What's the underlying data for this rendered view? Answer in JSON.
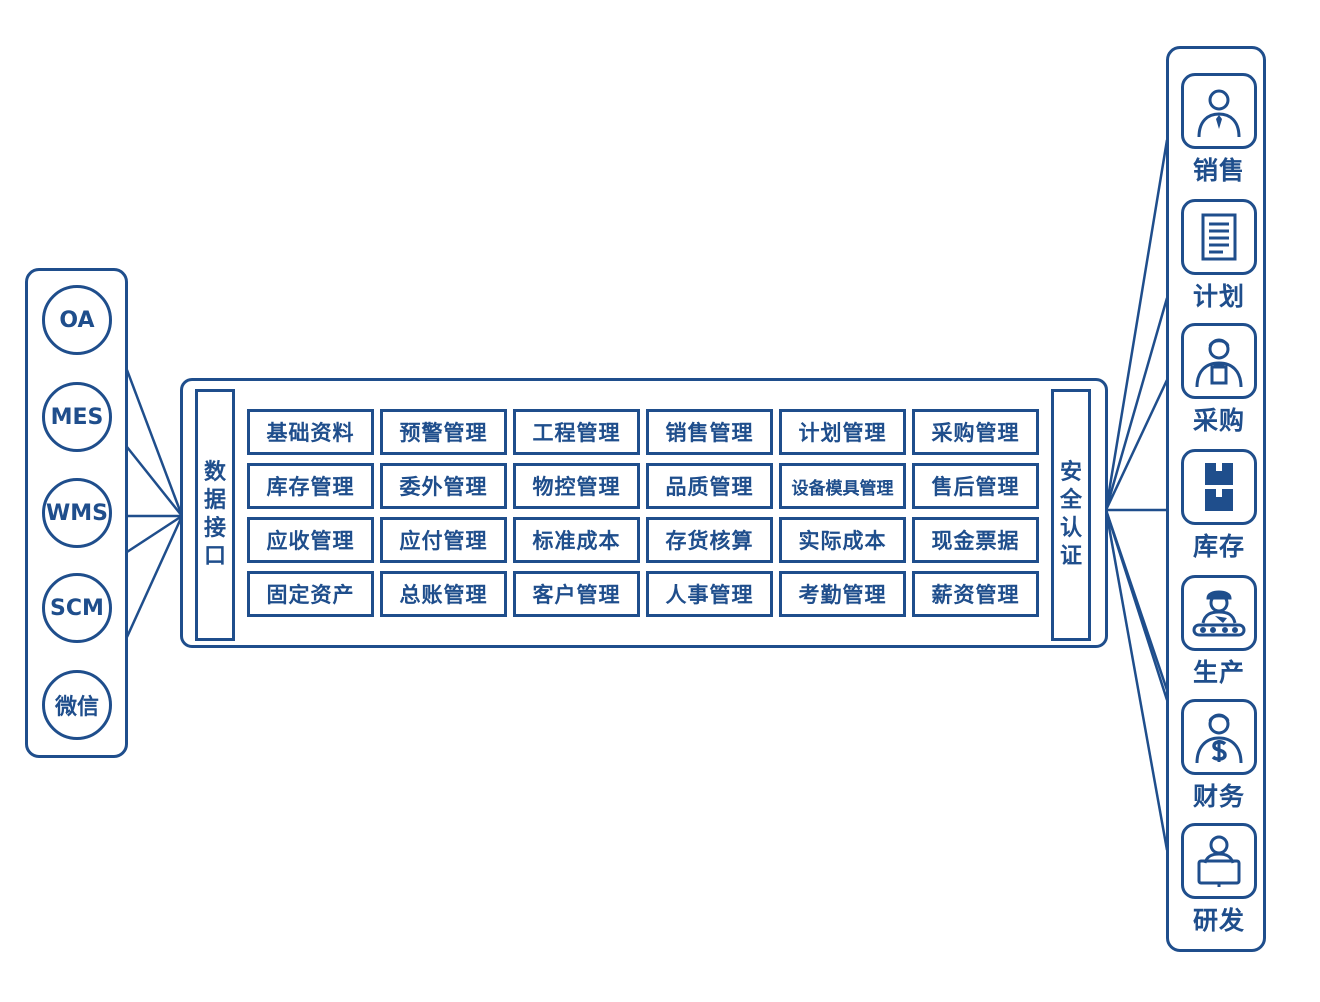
{
  "left_systems": [
    "OA",
    "MES",
    "WMS",
    "SCM",
    "微信"
  ],
  "center": {
    "left_bar": [
      "数",
      "据",
      "接",
      "口"
    ],
    "right_bar": [
      "安",
      "全",
      "认",
      "证"
    ],
    "modules": [
      [
        "基础资料",
        "预警管理",
        "工程管理",
        "销售管理",
        "计划管理",
        "采购管理"
      ],
      [
        "库存管理",
        "委外管理",
        "物控管理",
        "品质管理",
        "设备模具管理",
        "售后管理"
      ],
      [
        "应收管理",
        "应付管理",
        "标准成本",
        "存货核算",
        "实际成本",
        "现金票据"
      ],
      [
        "固定资产",
        "总账管理",
        "客户管理",
        "人事管理",
        "考勤管理",
        "薪资管理"
      ]
    ]
  },
  "departments": [
    {
      "label": "销售",
      "icon": "salesperson-icon"
    },
    {
      "label": "计划",
      "icon": "document-icon"
    },
    {
      "label": "采购",
      "icon": "buyer-icon"
    },
    {
      "label": "库存",
      "icon": "warehouse-boxes-icon"
    },
    {
      "label": "生产",
      "icon": "production-worker-icon"
    },
    {
      "label": "财务",
      "icon": "finance-icon"
    },
    {
      "label": "研发",
      "icon": "developer-icon"
    }
  ],
  "colors": {
    "primary": "#1f4e8c",
    "background": "#ffffff"
  }
}
